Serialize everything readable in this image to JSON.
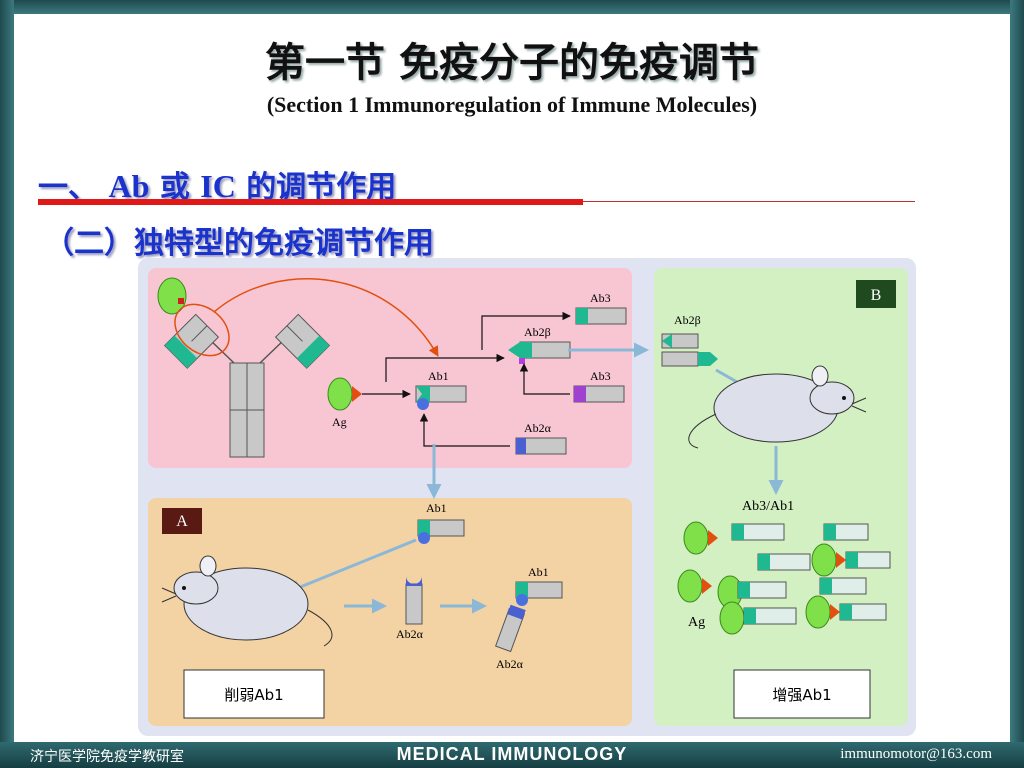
{
  "slide": {
    "title": "第一节  免疫分子的免疫调节",
    "subtitle": "(Section 1  Immunoregulation of Immune Molecules)",
    "heading1_prefix": "一、",
    "heading1_ab": "Ab",
    "heading1_mid": "或",
    "heading1_ic": "IC",
    "heading1_rest": "的调节作用",
    "heading2": "（二）独特型的免疫调节作用"
  },
  "diagram": {
    "panel_a_label": "A",
    "panel_b_label": "B",
    "labels": {
      "ab3_top": "Ab3",
      "ab2beta_left": "Ab2β",
      "ab1_center": "Ab1",
      "ab3_mid": "Ab3",
      "ab2alpha_top": "Ab2α",
      "ag_left": "Ag",
      "ab2beta_right": "Ab2β",
      "ab3ab1": "Ab3/Ab1",
      "ag_right": "Ag",
      "ab1_panel_a_top": "Ab1",
      "ab1_panel_a_mid": "Ab1",
      "ab2alpha_a1": "Ab2α",
      "ab2alpha_a2": "Ab2α"
    },
    "box_weaken": "削弱Ab1",
    "box_enhance": "增强Ab1"
  },
  "footer": {
    "left": "济宁医学院免疫学教研室",
    "center": "MEDICAL IMMUNOLOGY",
    "right": "immunomotor@163.com"
  },
  "colors": {
    "heading_blue": "#1a33cc",
    "accent_red": "#e01818",
    "panel_pink": "#f8c6d2",
    "panel_tan": "#f3d2a4",
    "panel_green": "#d3f0c2"
  }
}
